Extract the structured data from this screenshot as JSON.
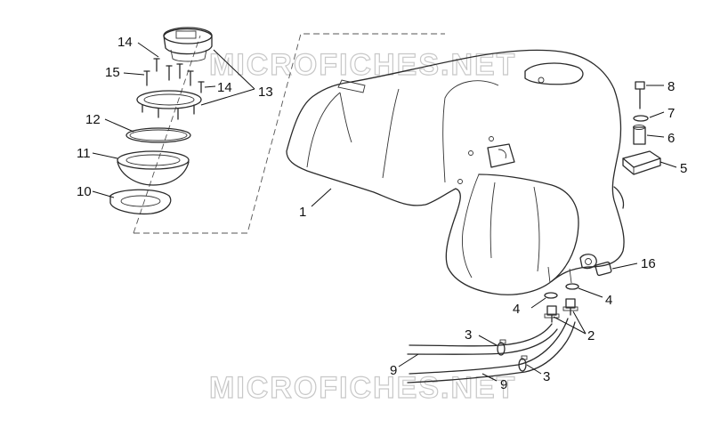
{
  "watermark": {
    "top": "MICROFICHES.NET",
    "bottom": "MICROFICHES.NET"
  },
  "callouts": {
    "c1": "1",
    "c2": "2",
    "c3a": "3",
    "c3b": "3",
    "c4a": "4",
    "c4b": "4",
    "c5": "5",
    "c6": "6",
    "c7": "7",
    "c8": "8",
    "c9a": "9",
    "c9b": "9",
    "c10": "10",
    "c11": "11",
    "c12": "12",
    "c13": "13",
    "c14a": "14",
    "c14b": "14",
    "c15": "15",
    "c16": "16"
  }
}
